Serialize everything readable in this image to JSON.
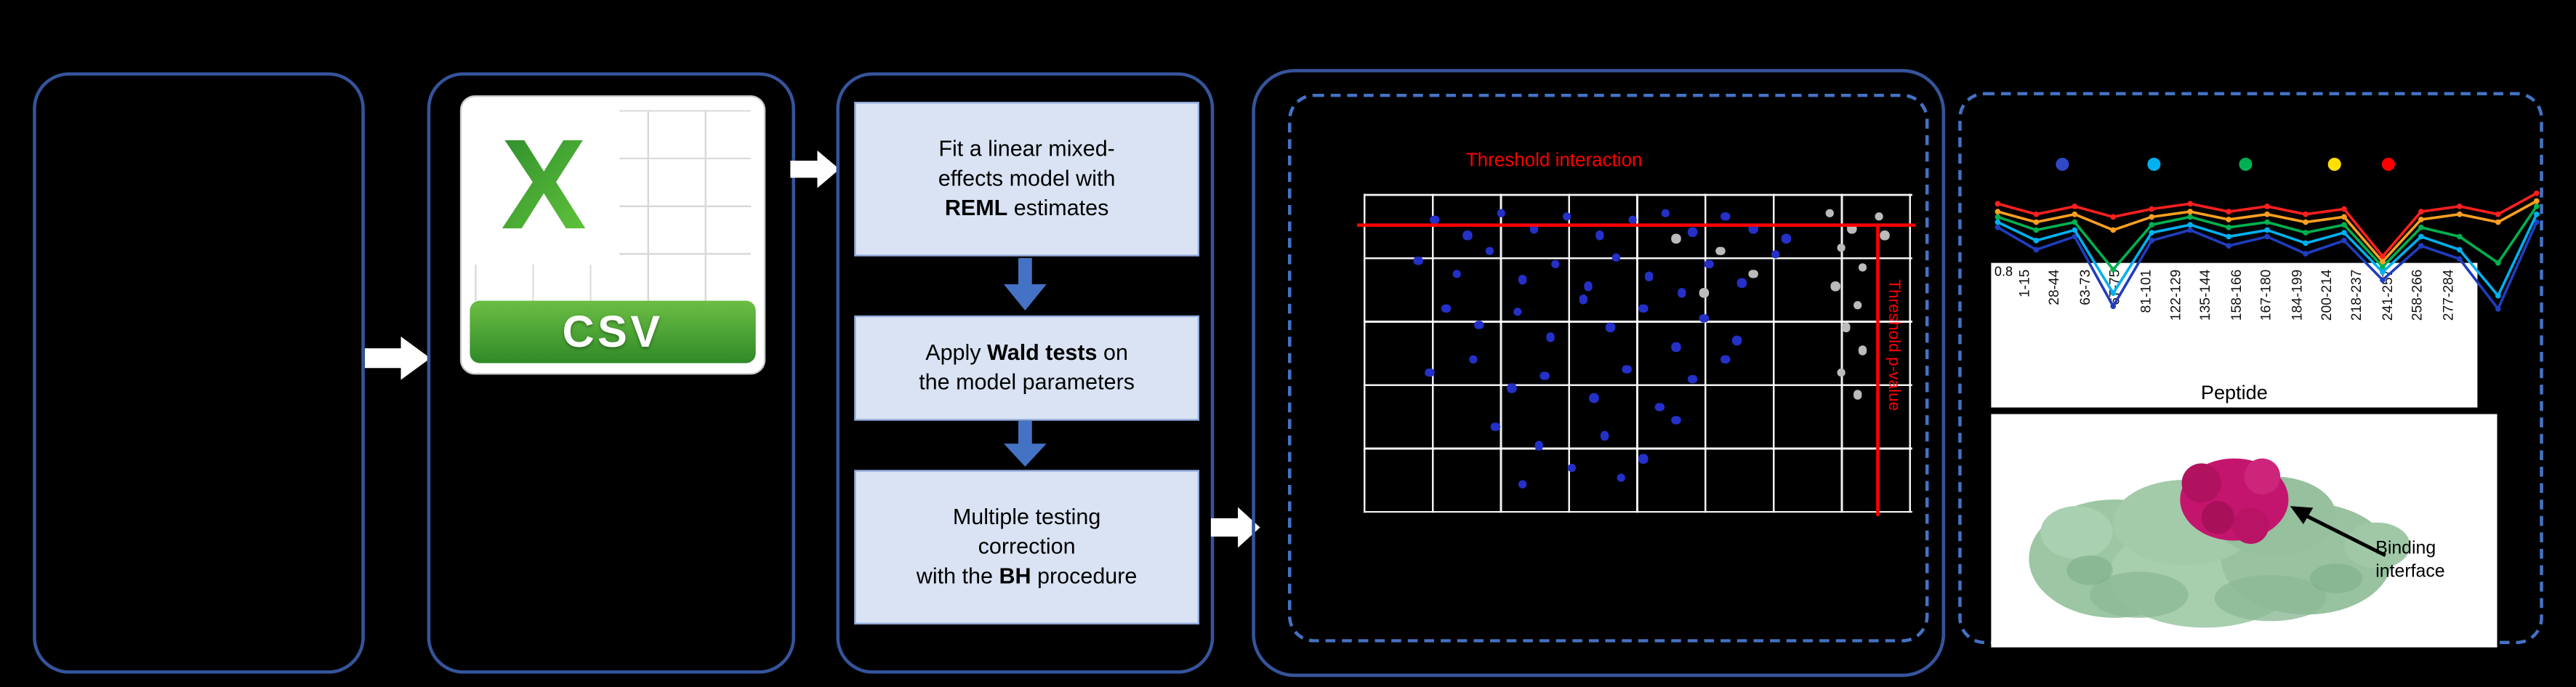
{
  "csv_icon": {
    "logo_letter": "X",
    "format_label": "CSV"
  },
  "steps": [
    {
      "id": "step-reml-model",
      "lines": [
        [
          {
            "t": "Fit a linear mixed-"
          }
        ],
        [
          {
            "t": "effects model with"
          }
        ],
        [
          {
            "t": "REML",
            "b": true
          },
          {
            "t": " estimates"
          }
        ]
      ]
    },
    {
      "id": "step-wald-tests",
      "lines": [
        [
          {
            "t": "Apply "
          },
          {
            "t": "Wald tests",
            "b": true
          },
          {
            "t": " on"
          }
        ],
        [
          {
            "t": "the model parameters"
          }
        ]
      ]
    },
    {
      "id": "step-bh-correction",
      "lines": [
        [
          {
            "t": "Multiple testing"
          }
        ],
        [
          {
            "t": "correction"
          }
        ],
        [
          {
            "t": "with the "
          },
          {
            "t": "BH",
            "b": true
          },
          {
            "t": " procedure"
          }
        ]
      ]
    }
  ],
  "scatter": {
    "title": "Threshold interaction",
    "threshold_label": "Threshold p-value",
    "threshold_color": "#FF0000",
    "significant_color": "#2430C8",
    "nonsignificant_color": "#BBBBBB",
    "blue_points": [
      [
        13,
        8
      ],
      [
        19,
        13
      ],
      [
        25,
        6
      ],
      [
        31,
        11
      ],
      [
        37,
        7
      ],
      [
        43,
        13
      ],
      [
        49,
        8
      ],
      [
        55,
        6
      ],
      [
        60,
        12
      ],
      [
        66,
        7
      ],
      [
        71,
        11
      ],
      [
        77,
        14
      ],
      [
        10,
        21
      ],
      [
        17,
        25
      ],
      [
        23,
        18
      ],
      [
        29,
        27
      ],
      [
        35,
        22
      ],
      [
        41,
        29
      ],
      [
        46,
        20
      ],
      [
        52,
        26
      ],
      [
        58,
        31
      ],
      [
        63,
        22
      ],
      [
        69,
        28
      ],
      [
        75,
        19
      ],
      [
        15,
        36
      ],
      [
        21,
        41
      ],
      [
        28,
        37
      ],
      [
        34,
        45
      ],
      [
        40,
        33
      ],
      [
        45,
        42
      ],
      [
        51,
        36
      ],
      [
        57,
        48
      ],
      [
        62,
        39
      ],
      [
        68,
        46
      ],
      [
        12,
        56
      ],
      [
        20,
        52
      ],
      [
        27,
        61
      ],
      [
        33,
        57
      ],
      [
        42,
        64
      ],
      [
        48,
        55
      ],
      [
        54,
        67
      ],
      [
        60,
        58
      ],
      [
        66,
        52
      ],
      [
        24,
        73
      ],
      [
        32,
        79
      ],
      [
        44,
        76
      ],
      [
        51,
        83
      ],
      [
        57,
        71
      ],
      [
        29,
        91
      ],
      [
        47,
        89
      ],
      [
        38,
        86
      ]
    ],
    "gray_points": [
      [
        85,
        6
      ],
      [
        89,
        11
      ],
      [
        87,
        17
      ],
      [
        91,
        23
      ],
      [
        86,
        29
      ],
      [
        90,
        35
      ],
      [
        88,
        42
      ],
      [
        91,
        49
      ],
      [
        87,
        56
      ],
      [
        90,
        63
      ],
      [
        57,
        14
      ],
      [
        65,
        18
      ],
      [
        71,
        25
      ],
      [
        62,
        31
      ],
      [
        94,
        7
      ],
      [
        95,
        13
      ]
    ]
  },
  "peptide_chart": {
    "y_tick": "0.8",
    "x_axis_label": "Peptide",
    "peptide_labels": [
      "1-15",
      "28-44",
      "63-73",
      "67-75",
      "81-101",
      "122-129",
      "135-144",
      "158-166",
      "167-180",
      "184-199",
      "200-214",
      "218-237",
      "241-257",
      "258-266",
      "277-284"
    ],
    "legend_dot_colors": [
      "#2F48C8",
      "#00B0F0",
      "#00B050",
      "#FFE000",
      "#FF0000"
    ],
    "series": [
      {
        "color": "#1F3DBE",
        "values": [
          0.62,
          0.45,
          0.55,
          0.02,
          0.52,
          0.6,
          0.48,
          0.55,
          0.42,
          0.52,
          0.22,
          0.48,
          0.38,
          0.0,
          0.66
        ]
      },
      {
        "color": "#00B0F0",
        "values": [
          0.66,
          0.52,
          0.6,
          0.12,
          0.58,
          0.64,
          0.55,
          0.6,
          0.5,
          0.58,
          0.28,
          0.55,
          0.45,
          0.1,
          0.72
        ]
      },
      {
        "color": "#00B050",
        "values": [
          0.7,
          0.6,
          0.66,
          0.3,
          0.64,
          0.7,
          0.62,
          0.66,
          0.58,
          0.64,
          0.32,
          0.62,
          0.55,
          0.35,
          0.78
        ]
      },
      {
        "color": "#FFA020",
        "values": [
          0.74,
          0.66,
          0.72,
          0.6,
          0.7,
          0.74,
          0.68,
          0.72,
          0.66,
          0.7,
          0.36,
          0.68,
          0.72,
          0.66,
          0.82
        ]
      },
      {
        "color": "#FF2020",
        "values": [
          0.8,
          0.72,
          0.78,
          0.7,
          0.76,
          0.8,
          0.74,
          0.78,
          0.72,
          0.76,
          0.4,
          0.74,
          0.78,
          0.72,
          0.88
        ]
      }
    ]
  },
  "protein": {
    "annotation_line1": "Binding",
    "annotation_line2": "interface"
  }
}
